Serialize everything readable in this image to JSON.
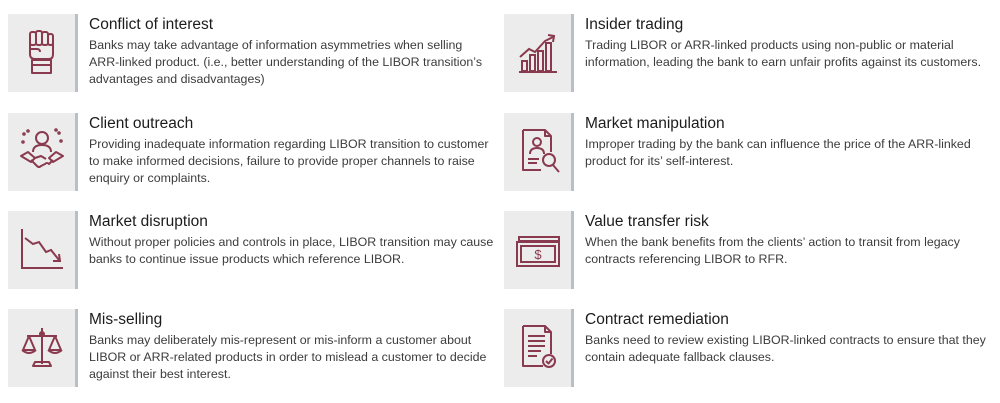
{
  "items": [
    {
      "title": "Conflict of interest",
      "icon": "raised-fist-icon",
      "desc": "Banks may take advantage of information asymmetries when selling ARR-linked product. (i.e., better understanding of the LIBOR transition’s advantages and disadvantages)"
    },
    {
      "title": "Insider trading",
      "icon": "bar-chart-growth-icon",
      "desc": "Trading LIBOR or ARR-linked products using non-public or material information, leading the bank to earn unfair profits against its customers."
    },
    {
      "title": "Client outreach",
      "icon": "handshake-person-icon",
      "desc": "Providing inadequate information regarding LIBOR transition to customer to make informed decisions, failure to provide proper channels to raise enquiry or complaints."
    },
    {
      "title": "Market manipulation",
      "icon": "document-magnifier-icon",
      "desc": "Improper trading by the bank can influence the price of the ARR-linked product for its’ self-interest."
    },
    {
      "title": "Market disruption",
      "icon": "declining-chart-icon",
      "desc": "Without proper policies and controls in place, LIBOR transition may cause banks to continue issue products which reference LIBOR."
    },
    {
      "title": "Value transfer risk",
      "icon": "dollar-bill-icon",
      "desc": "When the bank benefits from the clients’ action to transit from legacy contracts referencing LIBOR to RFR."
    },
    {
      "title": "Mis-selling",
      "icon": "balance-scale-icon",
      "desc": "Banks may deliberately mis-represent or mis-inform a customer about LIBOR or ARR-related products in order to mislead a customer to decide against their best interest."
    },
    {
      "title": "Contract remediation",
      "icon": "contract-check-icon",
      "desc": "Banks need to review existing LIBOR-linked contracts to ensure that they contain adequate fallback clauses."
    }
  ],
  "colors": {
    "accent": "#8a3a4e",
    "icon_bg": "#ececec",
    "divider": "#b9bfc7"
  }
}
